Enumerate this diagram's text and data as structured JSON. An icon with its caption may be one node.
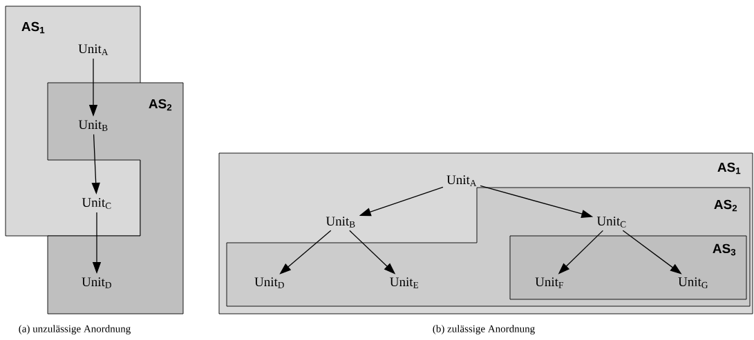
{
  "diagram": {
    "nodes": [
      {
        "text": [
          "AS$_{1}$"
        ]
      },
      {
        "text": [
          "AS$_{2}$"
        ]
      },
      {
        "text": [
          "Unit$_{A}$"
        ],
        "in": 0
      },
      {
        "text": [
          "Unit$_{B}$"
        ]
      },
      {
        "text": [
          "Unit$_{C}$"
        ],
        "in": 0
      },
      {
        "text": [
          "Unit$_{D}$"
        ],
        "in": 1
      },
      {
        "text": [
          "AS$_{1}$"
        ]
      },
      {
        "text": [
          "AS$_{2}$"
        ],
        "in": 6
      },
      {
        "text": [
          "AS$_{3}$"
        ],
        "in": 7
      },
      {
        "text": [
          "Unit$_{A}$"
        ],
        "in": 6
      },
      {
        "text": [
          "Unit$_{B}$"
        ],
        "in": 6
      },
      {
        "text": [
          "Unit$_{C}$"
        ],
        "in": 7
      },
      {
        "text": [
          "Unit$_{D}$"
        ],
        "in": 7
      },
      {
        "text": [
          "Unit$_{E}$"
        ],
        "in": 7
      },
      {
        "text": [
          "Unit$_{F}$"
        ],
        "in": 8
      },
      {
        "text": [
          "Unit$_{G}$"
        ],
        "in": 8
      }
    ],
    "edges": [
      {
        "from": 2,
        "to": 3,
        "arrow": "to"
      },
      {
        "from": 3,
        "to": 4,
        "arrow": "to"
      },
      {
        "from": 4,
        "to": 5,
        "arrow": "to"
      },
      {
        "from": 9,
        "to": 10,
        "arrow": "to"
      },
      {
        "from": 9,
        "to": 11,
        "arrow": "to"
      },
      {
        "from": 10,
        "to": 12,
        "arrow": "to"
      },
      {
        "from": 10,
        "to": 13,
        "arrow": "to"
      },
      {
        "from": 11,
        "to": 14,
        "arrow": "to"
      },
      {
        "from": 11,
        "to": 15,
        "arrow": "to"
      }
    ],
    "labels": [
      "(a) unzulässige Anordnung",
      "(b) zulässige Anordnung"
    ]
  }
}
